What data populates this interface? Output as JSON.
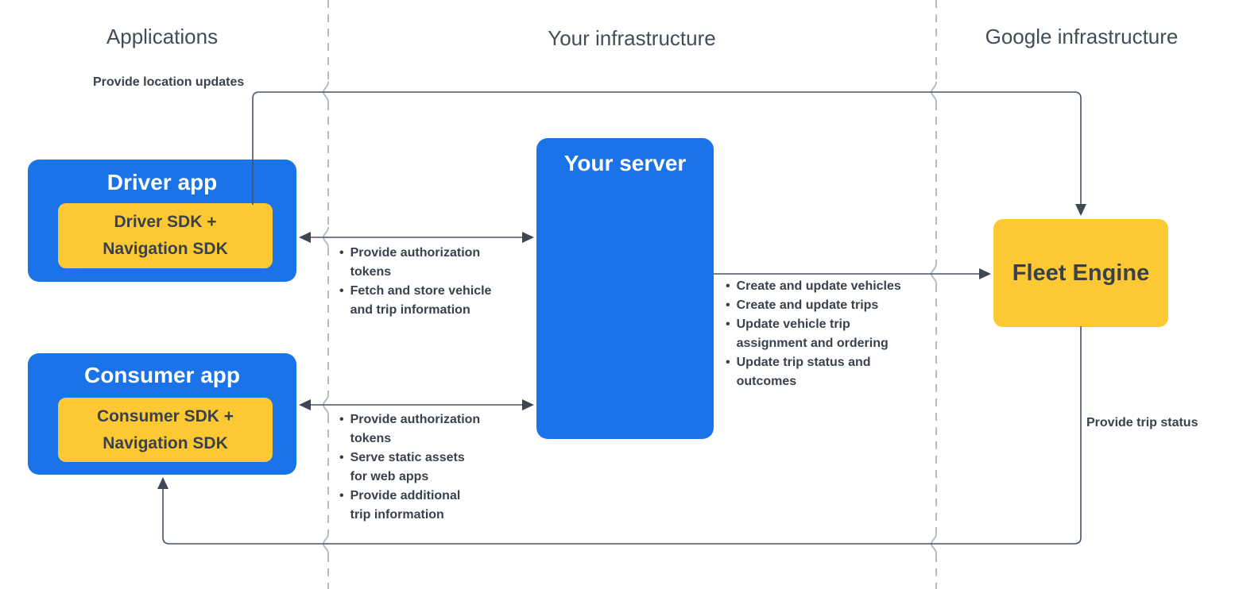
{
  "columns": {
    "applications": "Applications",
    "your_infrastructure": "Your infrastructure",
    "google_infrastructure": "Google infrastructure"
  },
  "nodes": {
    "driver_app": {
      "title": "Driver app",
      "sdk": "Driver SDK +\nNavigation SDK"
    },
    "consumer_app": {
      "title": "Consumer app",
      "sdk": "Consumer SDK +\nNavigation SDK"
    },
    "your_server": {
      "title": "Your server"
    },
    "fleet_engine": {
      "title": "Fleet Engine"
    }
  },
  "edge_labels": {
    "provide_location_updates": "Provide location updates",
    "provide_trip_status": "Provide trip status"
  },
  "lists": {
    "driver_server": [
      "Provide authorization\ntokens",
      "Fetch and store vehicle\nand trip information"
    ],
    "consumer_server": [
      "Provide authorization\ntokens",
      "Serve static assets\nfor web apps",
      "Provide additional\ntrip information"
    ],
    "server_fleet": [
      "Create and update vehicles",
      "Create and update trips",
      "Update vehicle trip\nassignment and ordering",
      "Update trip status and\noutcomes"
    ]
  },
  "glyphs": {
    "bullet": "•"
  },
  "colors": {
    "blue": "#1a73e8",
    "yellow": "#fcc934",
    "line": "#4a5364",
    "arrowhead": "#3f4654",
    "divider": "#b7bcc3",
    "text_dark": "#3a414b",
    "header_text": "#424c5a",
    "title_on_blue": "#ffffff"
  }
}
